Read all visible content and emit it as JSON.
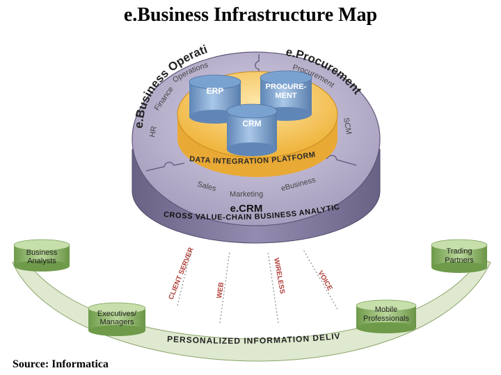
{
  "title": "e.Business Infrastructure Map",
  "source": "Source: Informatica",
  "ring_outer": {
    "operations_title": "e.Business Operations",
    "procurement_title": "e.Procurement",
    "crm_title": "e.CRM"
  },
  "ring_inner": {
    "operations": "Operations",
    "finance": "Finance",
    "hr": "HR",
    "procurement": "Procurement",
    "scm": "SCM",
    "sales": "Sales",
    "marketing": "Marketing",
    "ebusiness": "eBusiness"
  },
  "databases": {
    "erp": "ERP",
    "procurement_line1": "PROCURE-",
    "procurement_line2": "MENT",
    "crm": "CRM"
  },
  "platform": "DATA INTEGRATION PLATFORM",
  "analytics": "CROSS VALUE-CHAIN BUSINESS ANALYTICS",
  "channels": {
    "client_server": "CLIENT SERVER",
    "web": "WEB",
    "wireless": "WIRELESS",
    "voice": "VOICE"
  },
  "users": {
    "business_analysts_line1": "Business",
    "business_analysts_line2": "Analysts",
    "executives_line1": "Executives/",
    "executives_line2": "Managers",
    "trading_partners_line1": "Trading",
    "trading_partners_line2": "Partners",
    "mobile_line1": "Mobile",
    "mobile_line2": "Professionals"
  },
  "delivery": "PERSONALIZED INFORMATION DELIVERY",
  "colors": {
    "disk_top": "#b9b2cc",
    "disk_side": "#7e7699",
    "platform": "#f6c75a",
    "database": "#8fb3d9",
    "user_cylinder": "#9dbd7a",
    "delivery_band": "#dfe9cf"
  }
}
